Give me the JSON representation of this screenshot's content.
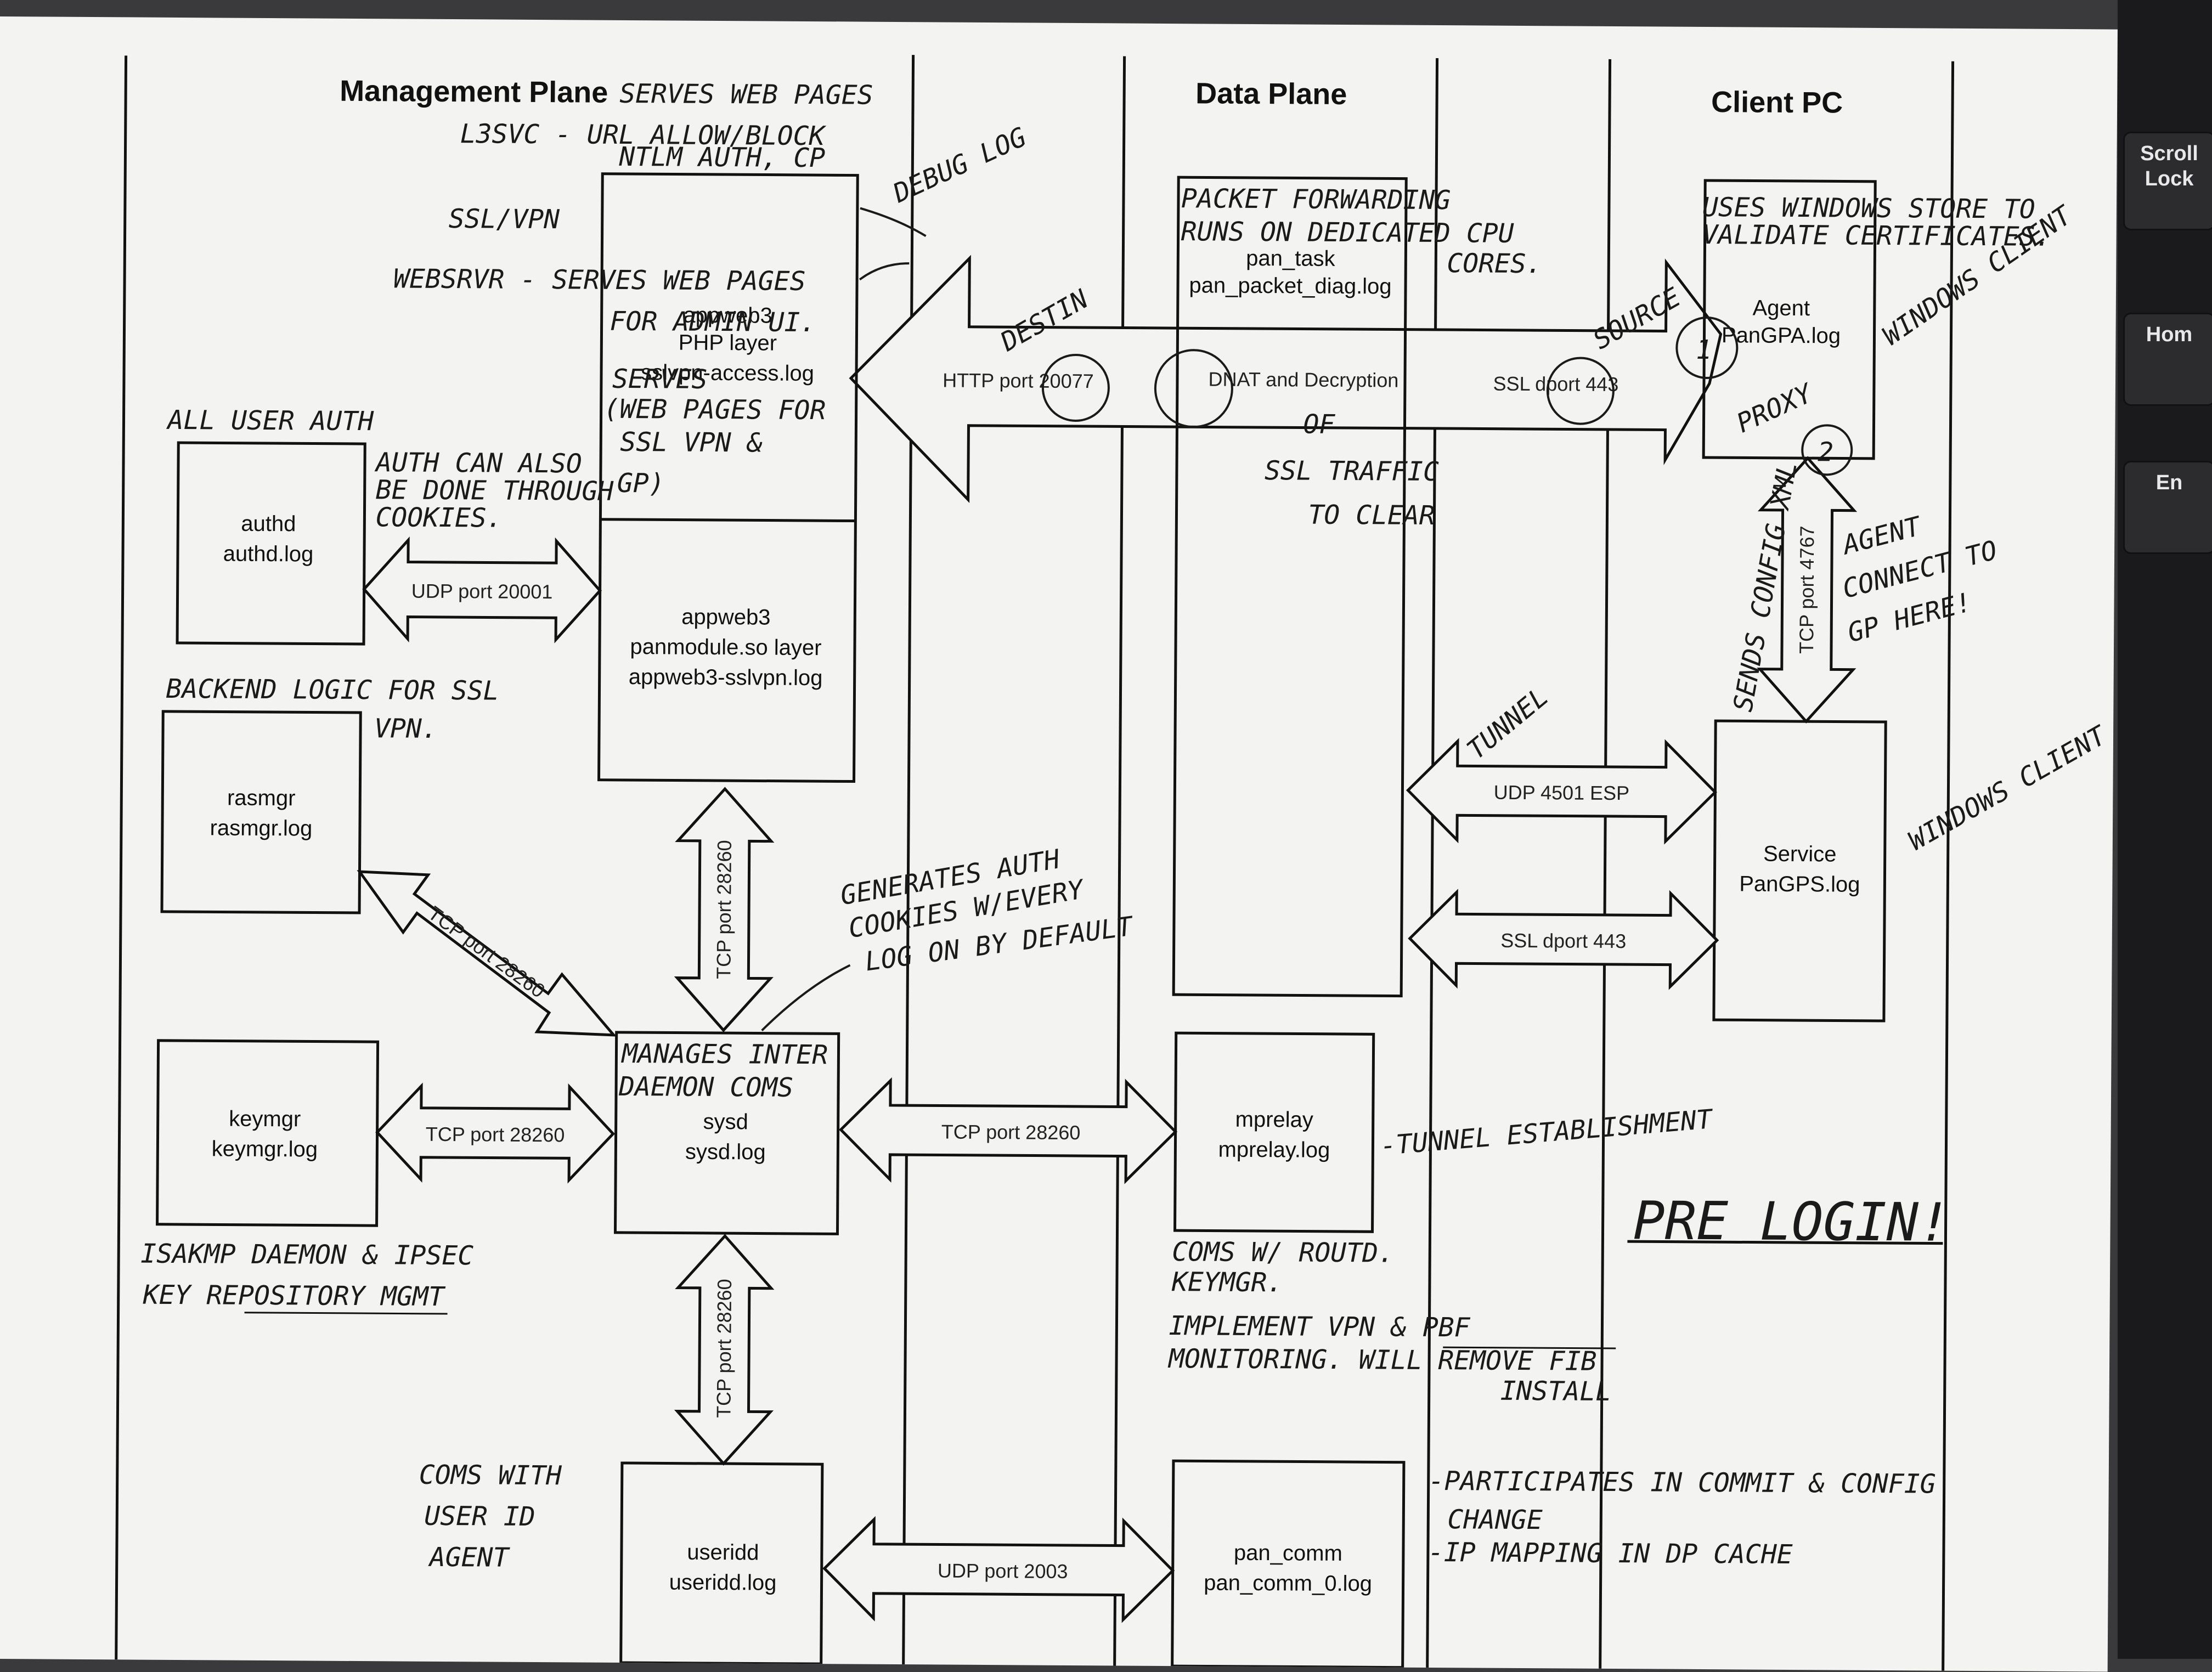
{
  "headers": {
    "management": "Management Plane",
    "data": "Data Plane",
    "client": "Client PC"
  },
  "boxes": {
    "appweb3_php": [
      "appweb3",
      "PHP layer",
      "sslvpn-access.log"
    ],
    "appweb3_panmodule": [
      "appweb3",
      "panmodule.so layer",
      "appweb3-sslvpn.log"
    ],
    "authd": [
      "authd",
      "authd.log"
    ],
    "rasmgr": [
      "rasmgr",
      "rasmgr.log"
    ],
    "keymgr": [
      "keymgr",
      "keymgr.log"
    ],
    "sysd": [
      "sysd",
      "sysd.log"
    ],
    "useridd": [
      "useridd",
      "useridd.log"
    ],
    "pan_task": [
      "pan_task",
      "pan_packet_diag.log"
    ],
    "mprelay": [
      "mprelay",
      "mprelay.log"
    ],
    "pan_comm": [
      "pan_comm",
      "pan_comm_0.log"
    ],
    "agent": [
      "Agent",
      "PanGPA.log"
    ],
    "service": [
      "Service",
      "PanGPS.log"
    ]
  },
  "ports": {
    "authd_udp": "UDP port 20001",
    "http_20077": "HTTP port 20077",
    "dnat": "DNAT and Decryption",
    "ssl_443_top": "SSL dport 443",
    "tcp_4767": "TCP port 4767",
    "udp_4501": "UDP 4501 ESP",
    "ssl_443_bottom": "SSL dport 443",
    "tcp_appweb_sysd": "TCP port 28260",
    "rasmgr_sysd": "TCP port 28260",
    "keymgr_sysd": "TCP port 28260",
    "sysd_mprelay": "TCP port 28260",
    "sysd_useridd": "TCP port 28260",
    "udp_2003": "UDP port 2003"
  },
  "handwriting": {
    "serves_web": "SERVES WEB PAGES",
    "l3svc": "L3SVC - URL ALLOW/BLOCK",
    "ntlm": "NTLM AUTH, CP",
    "sslvpn": "SSL/VPN",
    "websrvr": "WEBSRVR - SERVES WEB PAGES",
    "admin_ui": "FOR ADMIN UI.",
    "debug_log": "DEBUG LOG",
    "destin": "DESTIN",
    "source": "SOURCE",
    "packet_fwd": "PACKET FORWARDING",
    "runs_dedicated": "RUNS ON DEDICATED CPU",
    "cores": "CORES.",
    "uses_windows": "USES WINDOWS STORE TO",
    "validate": "VALIDATE CERTIFICATES.",
    "windows_client_1": "WINDOWS CLIENT",
    "proxy": "PROXY",
    "of": "OF",
    "ssl_traffic": "SSL TRAFFIC",
    "to_clear": "TO CLEAR",
    "all_user_auth": "ALL USER AUTH",
    "auth_cookies_1": "AUTH CAN ALSO",
    "auth_cookies_2": "BE DONE THROUGH",
    "auth_cookies_3": "COOKIES.",
    "serves_sslvpn_1": "SERVES",
    "serves_sslvpn_2": "(WEB PAGES FOR",
    "serves_sslvpn_3": "SSL VPN &",
    "serves_sslvpn_4": "GP)",
    "sends_config": "SENDS CONFIG XML",
    "agent_connect_1": "AGENT",
    "agent_connect_2": "CONNECT TO",
    "agent_connect_3": "GP HERE!",
    "tunnel": "TUNNEL",
    "windows_client_2": "WINDOWS CLIENT",
    "backend_1": "BACKEND LOGIC FOR SSL",
    "backend_2": "VPN.",
    "generates_1": "GENERATES AUTH",
    "generates_2": "COOKIES W/EVERY",
    "generates_3": "LOG ON BY DEFAULT",
    "manages_1": "MANAGES INTER",
    "manages_2": "DAEMON COMS",
    "tunnel_est": "-TUNNEL ESTABLISHMENT",
    "pre_login": "PRE LOGIN!",
    "isakmp_1": "ISAKMP DAEMON & IPSEC",
    "isakmp_2": "KEY REPOSITORY MGMT",
    "coms_routed_1": "COMS W/ ROUTD.",
    "coms_routed_2": "KEYMGR.",
    "implement_1": "IMPLEMENT VPN & PBF",
    "implement_2": "MONITORING. WILL REMOVE FIB",
    "implement_3": "INSTALL",
    "coms_userid_1": "COMS WITH",
    "coms_userid_2": "USER ID",
    "coms_userid_3": "AGENT",
    "participates_1": "-PARTICIPATES IN COMMIT & CONFIG",
    "participates_2": "CHANGE",
    "participates_3": "-IP MAPPING IN DP CACHE",
    "circle_1": "1",
    "circle_2": "2"
  },
  "keyboard": [
    "Scroll Lock",
    "Hom",
    "En"
  ]
}
